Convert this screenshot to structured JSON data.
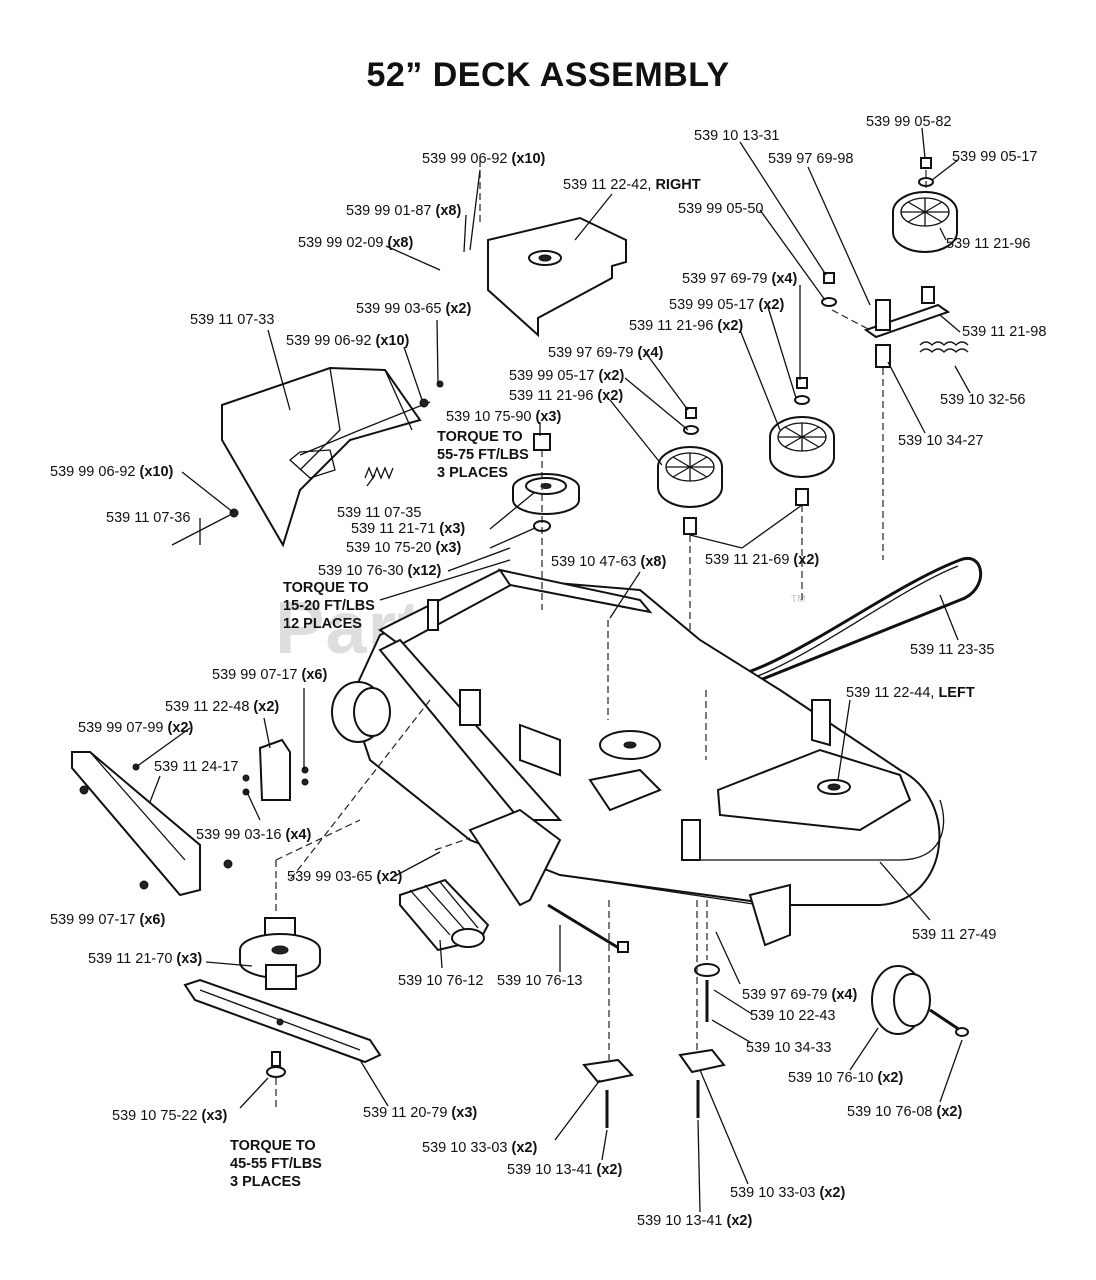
{
  "title": "52” DECK ASSEMBLY",
  "watermark": "PartsTree",
  "watermark_tm": "TM",
  "labels": {
    "l01": {
      "num": "539 99 05-82",
      "qty": ""
    },
    "l02": {
      "num": "539 10 13-31",
      "qty": ""
    },
    "l03": {
      "num": "539 99 05-17",
      "qty": ""
    },
    "l04": {
      "num": "539 97 69-98",
      "qty": ""
    },
    "l05": {
      "num": "539 99 06-92",
      "qty": "(x10)"
    },
    "l06": {
      "num": "539 11 22-42,",
      "qty": "RIGHT"
    },
    "l07": {
      "num": "539 99 05-50",
      "qty": ""
    },
    "l08": {
      "num": "539 99 01-87",
      "qty": "(x8)"
    },
    "l09": {
      "num": "539 99 02-09",
      "qty": "(x8)"
    },
    "l10": {
      "num": "539 11 21-96",
      "qty": ""
    },
    "l11": {
      "num": "539 97 69-79",
      "qty": "(x4)"
    },
    "l12": {
      "num": "539 99 03-65",
      "qty": "(x2)"
    },
    "l13": {
      "num": "539 99 05-17",
      "qty": "(x2)"
    },
    "l14": {
      "num": "539 11 07-33",
      "qty": ""
    },
    "l15": {
      "num": "539 11 21-98",
      "qty": ""
    },
    "l16": {
      "num": "539 11 21-96",
      "qty": "(x2)"
    },
    "l17": {
      "num": "539 99 06-92",
      "qty": "(x10)"
    },
    "l18": {
      "num": "539 97 69-79",
      "qty": "(x4)"
    },
    "l19": {
      "num": "539 10 32-56",
      "qty": ""
    },
    "l20": {
      "num": "539 99 05-17",
      "qty": "(x2)"
    },
    "l21": {
      "num": "539 11 21-96",
      "qty": "(x2)"
    },
    "l22": {
      "num": "539 10 75-90",
      "qty": "(x3)"
    },
    "l23": {
      "num": "539 10 34-27",
      "qty": ""
    },
    "l24": {
      "num": "539 99 06-92",
      "qty": "(x10)"
    },
    "l25": {
      "num": "539 11 07-35",
      "qty": ""
    },
    "l26": {
      "num": "539 11 07-36",
      "qty": ""
    },
    "l27": {
      "num": "539 11 21-71",
      "qty": "(x3)"
    },
    "l28": {
      "num": "539 10 75-20",
      "qty": "(x3)"
    },
    "l29": {
      "num": "539 10 47-63",
      "qty": "(x8)"
    },
    "l30": {
      "num": "539 11 21-69",
      "qty": "(x2)"
    },
    "l31": {
      "num": "539 10 76-30",
      "qty": "(x12)"
    },
    "l32": {
      "num": "539 11 23-35",
      "qty": ""
    },
    "l33": {
      "num": "539 99 07-17",
      "qty": "(x6)"
    },
    "l34": {
      "num": "539 11 22-44,",
      "qty": "LEFT"
    },
    "l35": {
      "num": "539 11 22-48",
      "qty": "(x2)"
    },
    "l36": {
      "num": "539 99 07-99",
      "qty": "(x2)"
    },
    "l37": {
      "num": "539 11 24-17",
      "qty": ""
    },
    "l38": {
      "num": "539 99 03-16",
      "qty": "(x4)"
    },
    "l39": {
      "num": "539 99 03-65",
      "qty": "(x2)"
    },
    "l40": {
      "num": "539 99 07-17",
      "qty": "(x6)"
    },
    "l41": {
      "num": "539 11 27-49",
      "qty": ""
    },
    "l42": {
      "num": "539 11 21-70",
      "qty": "(x3)"
    },
    "l43": {
      "num": "539 10 76-13",
      "qty": ""
    },
    "l44": {
      "num": "539 10 76-12",
      "qty": ""
    },
    "l45": {
      "num": "539 97 69-79",
      "qty": "(x4)"
    },
    "l46": {
      "num": "539 10 22-43",
      "qty": ""
    },
    "l47": {
      "num": "539 10 34-33",
      "qty": ""
    },
    "l48": {
      "num": "539 10 76-10",
      "qty": "(x2)"
    },
    "l49": {
      "num": "539 10 75-22",
      "qty": "(x3)"
    },
    "l50": {
      "num": "539 11 20-79",
      "qty": "(x3)"
    },
    "l51": {
      "num": "539 10 76-08",
      "qty": "(x2)"
    },
    "l52": {
      "num": "539 10 33-03",
      "qty": "(x2)"
    },
    "l53": {
      "num": "539 10 13-41",
      "qty": "(x2)"
    },
    "l54": {
      "num": "539 10 33-03",
      "qty": "(x2)"
    },
    "l55": {
      "num": "539 10 13-41",
      "qty": "(x2)"
    }
  },
  "notes": {
    "n1": [
      "TORQUE TO",
      "55-75 FT/LBS",
      "3 PLACES"
    ],
    "n2": [
      "TORQUE TO",
      "15-20 FT/LBS",
      "12 PLACES"
    ],
    "n3": [
      "TORQUE TO",
      "45-55 FT/LBS",
      "3 PLACES"
    ]
  }
}
